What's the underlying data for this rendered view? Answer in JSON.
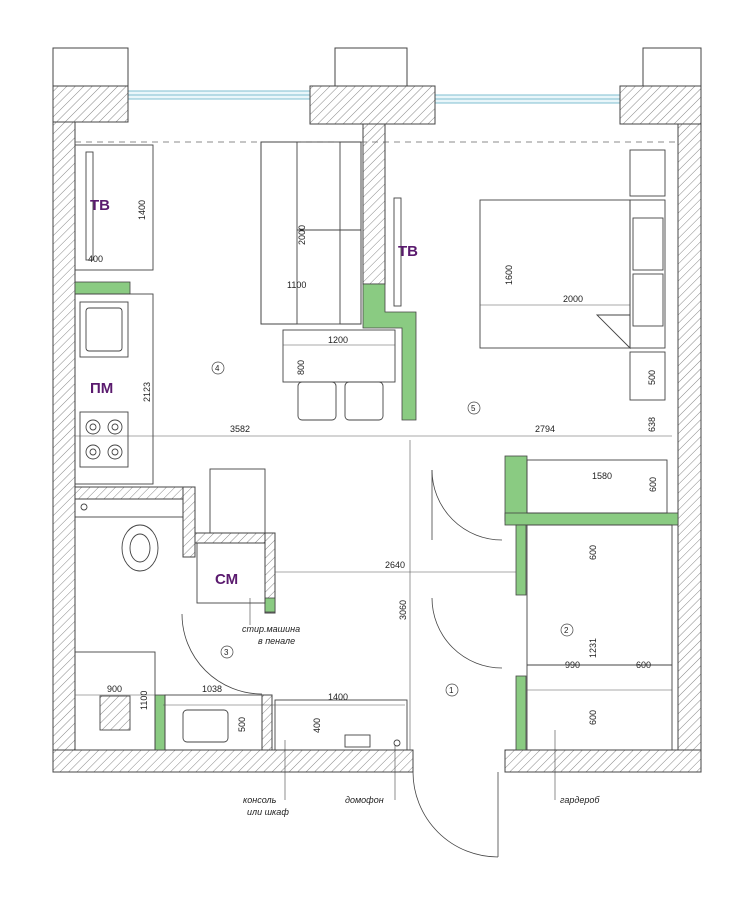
{
  "colors": {
    "wall_hatch": "#888888",
    "green": "#7ac27a",
    "window": "#9fd3e0",
    "label": "#5a1a6e"
  },
  "labels": {
    "tv1": "ТВ",
    "tv2": "ТВ",
    "pm": "ПМ",
    "sm": "СМ"
  },
  "dims": {
    "d1400a": "1400",
    "d400a": "400",
    "d2000a": "2000",
    "d1100a": "1100",
    "d1200": "1200",
    "d800": "800",
    "d1600": "1600",
    "d2000b": "2000",
    "d500a": "500",
    "d2123": "2123",
    "d3582": "3582",
    "d2794": "2794",
    "d638": "638",
    "d1580": "1580",
    "d600a": "600",
    "d2640": "2640",
    "d3060": "3060",
    "d600b": "600",
    "d1231": "1231",
    "d990": "990",
    "d600c": "600",
    "d900": "900",
    "d1100b": "1100",
    "d1038": "1038",
    "d1400b": "1400",
    "d500b": "500",
    "d400b": "400",
    "d600d": "600"
  },
  "rooms": {
    "r1": "1",
    "r2": "2",
    "r3": "3",
    "r4": "4",
    "r5": "5"
  },
  "notes": {
    "washer_1": "стир.машина",
    "washer_2": "в пенале",
    "console_1": "консоль",
    "console_2": "или шкаф",
    "intercom": "домофон",
    "wardrobe": "гардероб"
  }
}
